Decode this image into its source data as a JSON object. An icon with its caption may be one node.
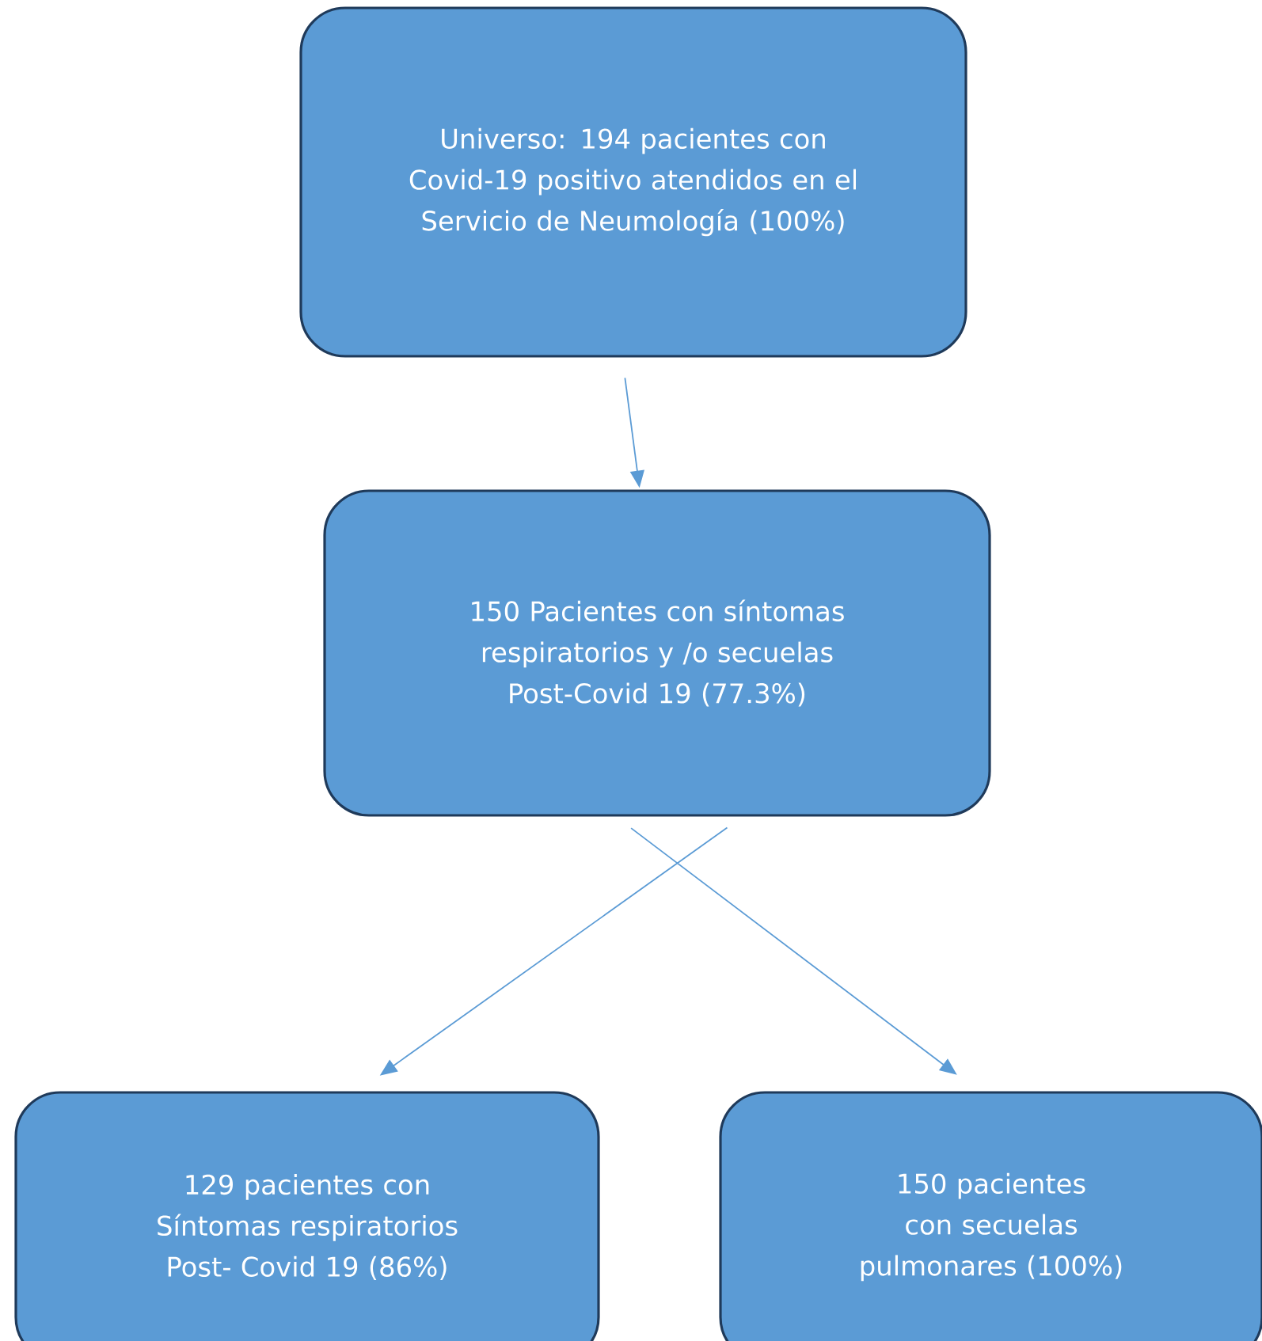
{
  "diagram": {
    "nodes": [
      {
        "text": [
          "Universo: 194 pacientes con Covid-19 positivo atendidos en el Servicio de Neumología (100%)"
        ]
      },
      {
        "text": [
          "150 Pacientes con síntomas respiratorios y /o secuelas Post-Covid 19 (77.3%)"
        ]
      },
      {
        "text": [
          "129 pacientes con Síntomas respiratorios Post- Covid 19 (86%)"
        ]
      },
      {
        "text": [
          "150 pacientes con secuelas pulmonares (100%)"
        ]
      }
    ],
    "edges": [
      {
        "from": 0,
        "to": 1,
        "arrow": "to"
      },
      {
        "from": 1,
        "to": 2,
        "arrow": "to"
      },
      {
        "from": 1,
        "to": 3,
        "arrow": "to"
      }
    ]
  }
}
